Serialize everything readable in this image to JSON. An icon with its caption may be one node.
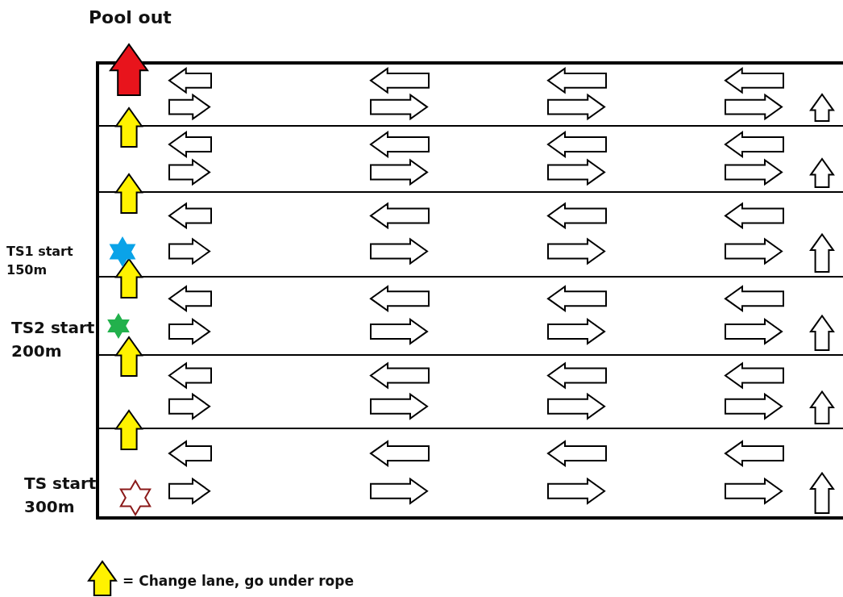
{
  "diagram": {
    "labels": [
      "Pool out",
      "TS1 start 150m",
      "TS2 start 200m",
      "TS start 300m"
    ],
    "legend": [
      {
        "text": "= Change lane, go under rope"
      }
    ]
  }
}
